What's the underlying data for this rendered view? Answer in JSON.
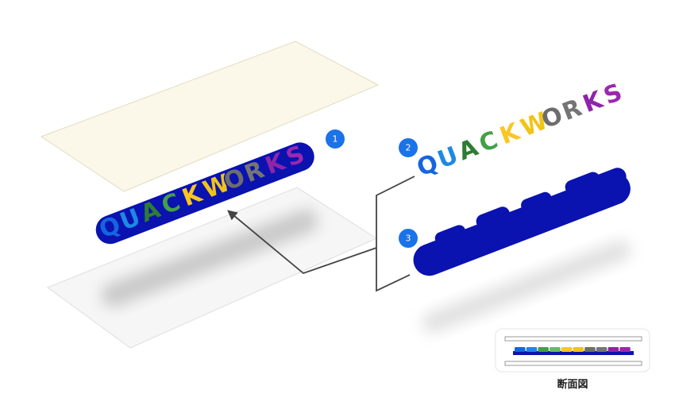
{
  "logo": {
    "letters": [
      "Q",
      "U",
      "A",
      "C",
      "K",
      "W",
      "O",
      "R",
      "K",
      "S"
    ],
    "letter_colors": [
      "#1565e0",
      "#1e88e5",
      "#2e7d32",
      "#43a047",
      "#f9c623",
      "#f0c419",
      "#6d6d6d",
      "#757575",
      "#8e24aa",
      "#9c27b0"
    ],
    "outline_color": "#0a12b0"
  },
  "badges": {
    "one": "1",
    "two": "2",
    "three": "3",
    "color": "#1a73e8"
  },
  "section": {
    "label": "断面図",
    "stack_colors": [
      "#1565e0",
      "#1e88e5",
      "#43a047",
      "#66bb6a",
      "#f9c623",
      "#f0c419",
      "#6d6d6d",
      "#757575",
      "#8e24aa",
      "#9c27b0"
    ]
  },
  "colors": {
    "top_plane": "#fbf8ea",
    "bottom_plane": "#f6f6f6",
    "arrow": "#444444",
    "base_layer": "#0a12b0"
  }
}
